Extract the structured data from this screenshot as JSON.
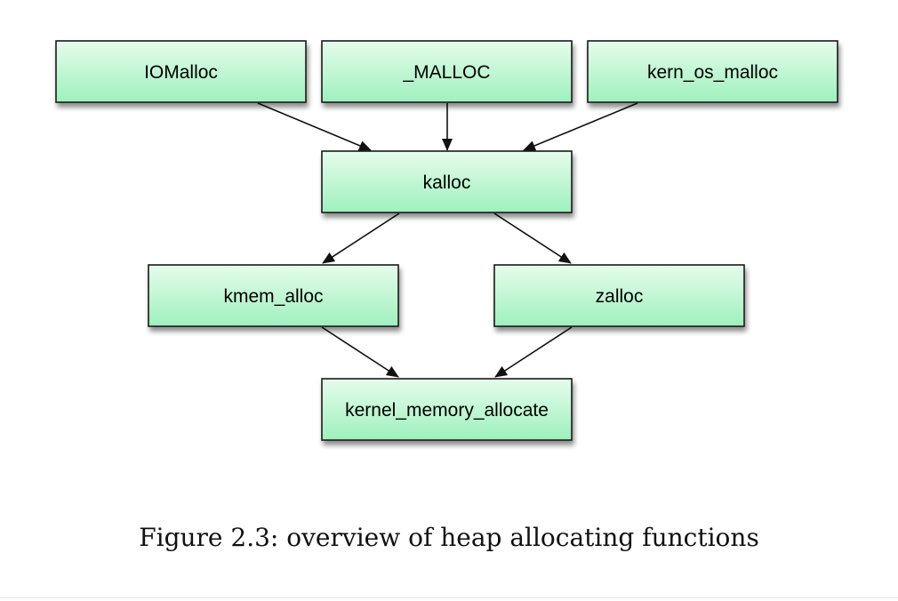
{
  "diagram": {
    "nodes": [
      {
        "id": "iomalloc",
        "label": "IOMalloc"
      },
      {
        "id": "malloc",
        "label": "_MALLOC"
      },
      {
        "id": "kern_os_malloc",
        "label": "kern_os_malloc"
      },
      {
        "id": "kalloc",
        "label": "kalloc"
      },
      {
        "id": "kmem_alloc",
        "label": "kmem_alloc"
      },
      {
        "id": "zalloc",
        "label": "zalloc"
      },
      {
        "id": "kernel_memory_allocate",
        "label": "kernel_memory_allocate"
      }
    ],
    "edges": [
      {
        "from": "iomalloc",
        "to": "kalloc"
      },
      {
        "from": "malloc",
        "to": "kalloc"
      },
      {
        "from": "kern_os_malloc",
        "to": "kalloc"
      },
      {
        "from": "kalloc",
        "to": "kmem_alloc"
      },
      {
        "from": "kalloc",
        "to": "zalloc"
      },
      {
        "from": "kmem_alloc",
        "to": "kernel_memory_allocate"
      },
      {
        "from": "zalloc",
        "to": "kernel_memory_allocate"
      }
    ],
    "colors": {
      "node_fill_top": "#e6fcec",
      "node_fill_bottom": "#9ef0bd",
      "node_border": "#1a1a1a",
      "edge": "#111111"
    }
  },
  "caption": "Figure 2.3: overview of heap allocating functions"
}
